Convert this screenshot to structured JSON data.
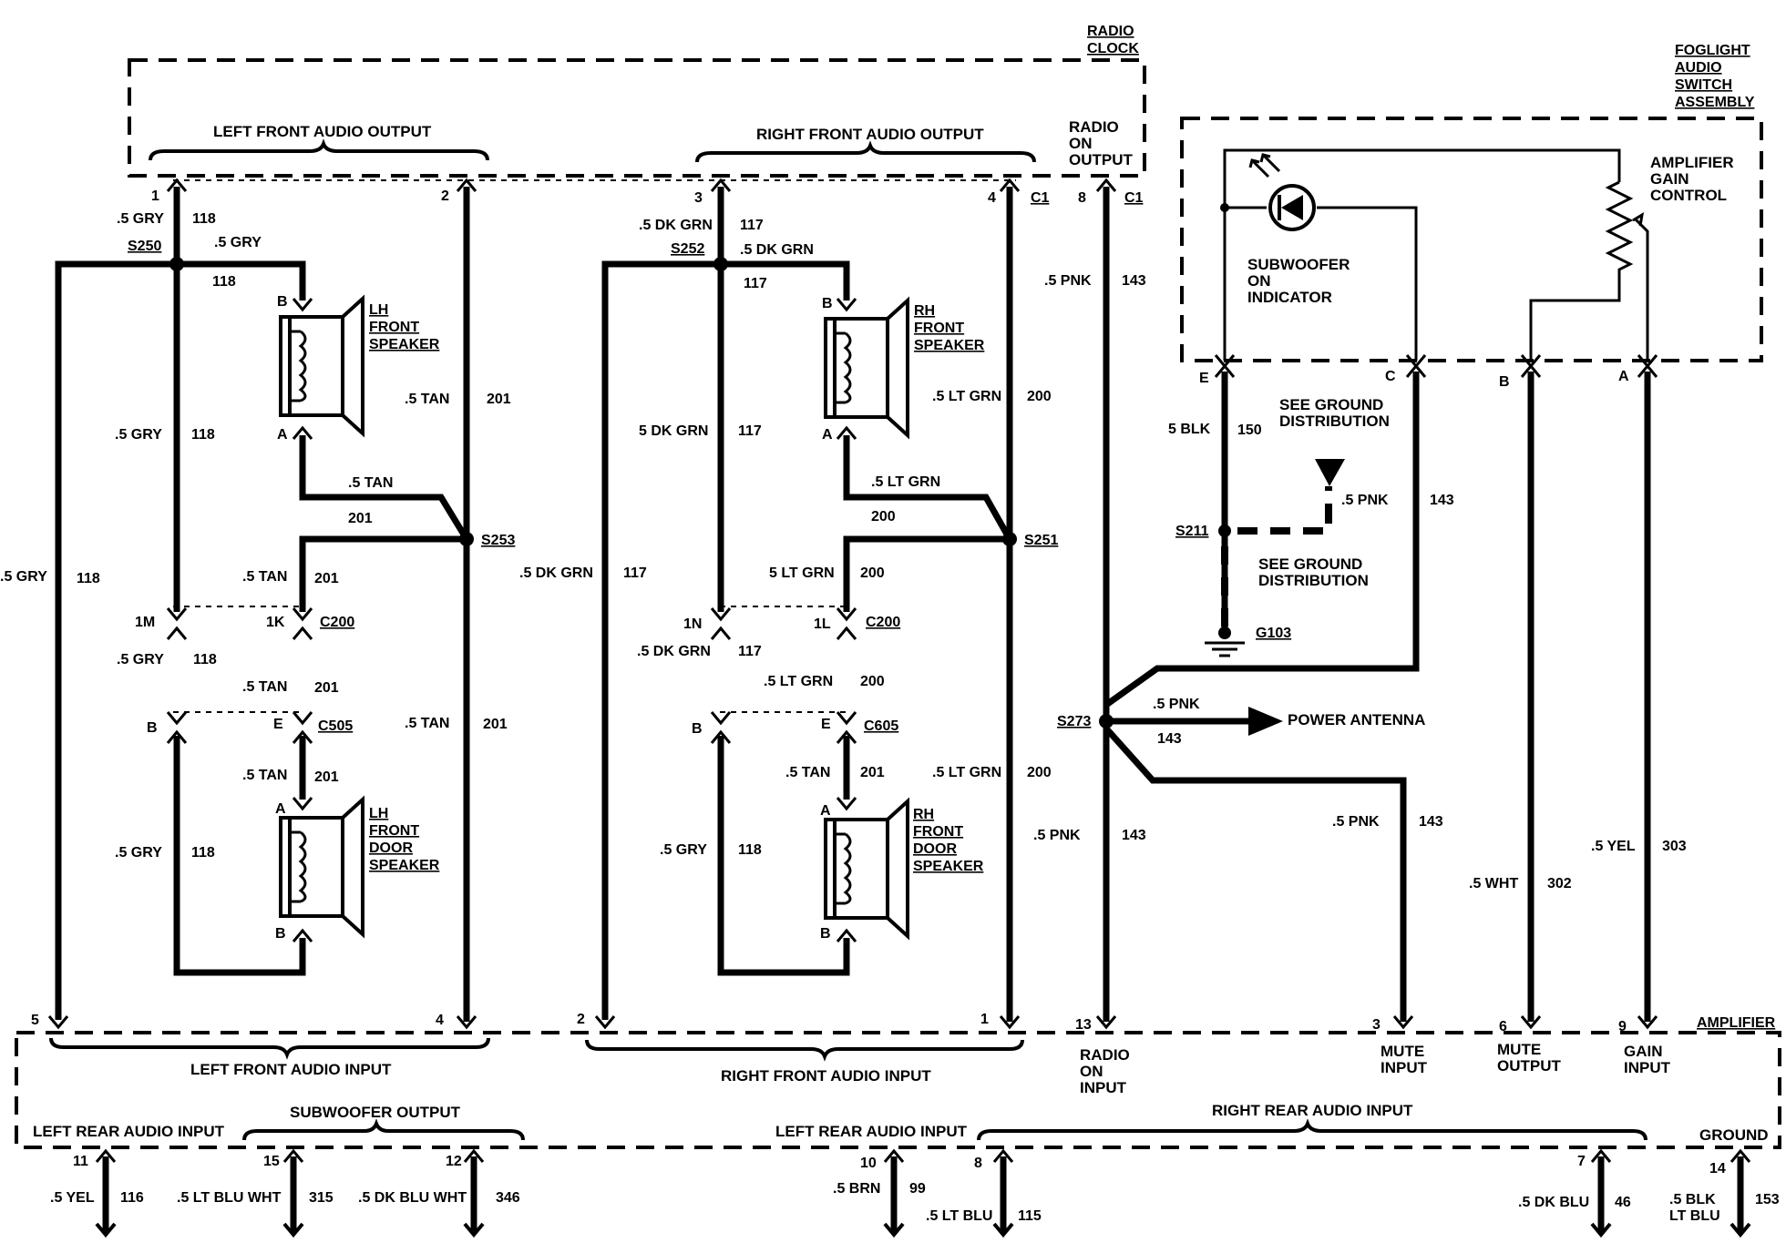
{
  "modules": {
    "radio_clock": [
      "RADIO",
      "CLOCK"
    ],
    "foglight_switch": [
      "FOGLIGHT",
      "AUDIO",
      "SWITCH",
      "ASSEMBLY"
    ],
    "amplifier": "AMPLIFIER"
  },
  "headings": {
    "left_front_output": "LEFT FRONT AUDIO OUTPUT",
    "right_front_output": "RIGHT FRONT AUDIO OUTPUT",
    "radio_on_output": [
      "RADIO",
      "ON",
      "OUTPUT"
    ],
    "amp_gain_control": [
      "AMPLIFIER",
      "GAIN",
      "CONTROL"
    ],
    "subwoofer_indicator": [
      "SUBWOOFER",
      "ON",
      "INDICATOR"
    ],
    "see_ground_1": [
      "SEE GROUND",
      "DISTRIBUTION"
    ],
    "see_ground_2": [
      "SEE GROUND",
      "DISTRIBUTION"
    ],
    "power_antenna": "POWER ANTENNA",
    "left_front_input": "LEFT FRONT AUDIO INPUT",
    "right_front_input": "RIGHT FRONT AUDIO INPUT",
    "radio_on_input": [
      "RADIO",
      "ON",
      "INPUT"
    ],
    "mute_input": [
      "MUTE",
      "INPUT"
    ],
    "mute_output": [
      "MUTE",
      "OUTPUT"
    ],
    "gain_input": [
      "GAIN",
      "INPUT"
    ],
    "left_rear_input_1": "LEFT REAR AUDIO INPUT",
    "subwoofer_output": "SUBWOOFER OUTPUT",
    "left_rear_input_2": "LEFT REAR AUDIO INPUT",
    "right_rear_input": "RIGHT REAR AUDIO INPUT",
    "ground": "GROUND"
  },
  "speakers": {
    "lh_front": [
      "LH",
      "FRONT",
      "SPEAKER"
    ],
    "rh_front": [
      "RH",
      "FRONT",
      "SPEAKER"
    ],
    "lh_front_door": [
      "LH",
      "FRONT",
      "DOOR",
      "SPEAKER"
    ],
    "rh_front_door": [
      "RH",
      "FRONT",
      "DOOR",
      "SPEAKER"
    ]
  },
  "splices": {
    "s250": "S250",
    "s252": "S252",
    "s253": "S253",
    "s251": "S251",
    "s211": "S211",
    "s273": "S273",
    "g103": "G103"
  },
  "connectors": {
    "c1a": "C1",
    "c1b": "C1",
    "c200a": "C200",
    "c200b": "C200",
    "c505": "C505",
    "c605": "C605"
  },
  "pins": {
    "p1": "1",
    "p2": "2",
    "p3": "3",
    "p4": "4",
    "p8": "8",
    "pE_sw": "E",
    "pC_sw": "C",
    "pB_sw": "B",
    "pA_sw": "A",
    "lf_b": "B",
    "lf_a": "A",
    "rf_b": "B",
    "rf_a": "A",
    "p1m": "1M",
    "p1k": "1K",
    "p1n": "1N",
    "p1l": "1L",
    "lB": "B",
    "lE": "E",
    "rB": "B",
    "rE": "E",
    "ld_a": "A",
    "ld_b": "B",
    "rd_a": "A",
    "rd_b": "B",
    "a5": "5",
    "a4": "4",
    "a2": "2",
    "a1": "1",
    "a13": "13",
    "a3": "3",
    "a6": "6",
    "a9": "9",
    "a11": "11",
    "a15": "15",
    "a12": "12",
    "a10": "10",
    "a8": "8",
    "a7": "7",
    "a14": "14"
  },
  "wires": {
    "w1": ".5 GRY",
    "c1": "118",
    "w2": ".5 GRY",
    "c2": "118",
    "w3": ".5 GRY",
    "c3": "118",
    "w4": ".5 GRY",
    "c4": "118",
    "w5": ".5 GRY",
    "c5": "118",
    "w6": ".5 GRY",
    "c6": "118",
    "w7": ".5 TAN",
    "c7": "201",
    "w8": ".5 TAN",
    "c8": "201",
    "w9": ".5 TAN",
    "c9": "201",
    "w10": ".5 TAN",
    "c10": "201",
    "w11": ".5 TAN",
    "c11": "201",
    "w12": ".5 TAN",
    "c12": "201",
    "w13": ".5 DK GRN",
    "c13": "117",
    "w14": ".5 DK GRN",
    "c14": "117",
    "w15": "5 DK GRN",
    "c15": "117",
    "w16": ".5 DK GRN",
    "c16": "117",
    "w17": ".5 DK GRN",
    "c17": "117",
    "w18": ".5 GRY",
    "c18": "118",
    "w19": ".5 LT GRN",
    "c19": "200",
    "w20": ".5 LT GRN",
    "c20": "200",
    "w21": "5 LT GRN",
    "c21": "200",
    "w22": ".5 LT GRN",
    "c22": "200",
    "w23": ".5 LT GRN",
    "c23": "200",
    "w24": ".5 TAN",
    "c24": "201",
    "w25": ".5 PNK",
    "c25": "143",
    "w26": ".5 PNK",
    "c26": "143",
    "w27": ".5 PNK",
    "c27": "143",
    "w28": ".5 PNK",
    "c28": "143",
    "w29": ".5 PNK",
    "w30": "5 BLK",
    "c30": "150",
    "w31": ".5 PNK",
    "c31": "143",
    "w32": ".5 WHT",
    "c32": "302",
    "w33": ".5 YEL",
    "c33": "303",
    "w34": ".5 YEL",
    "c34": "116",
    "w35": ".5 LT BLU WHT",
    "c35": "315",
    "w36": ".5 DK BLU WHT",
    "c36": "346",
    "w37": ".5 BRN",
    "c37": "99",
    "w38": ".5 LT BLU",
    "c38": "115",
    "w39": ".5 DK BLU",
    "c39": "46",
    "w40": [
      ".5 BLK",
      "LT BLU"
    ],
    "c40": "153"
  }
}
